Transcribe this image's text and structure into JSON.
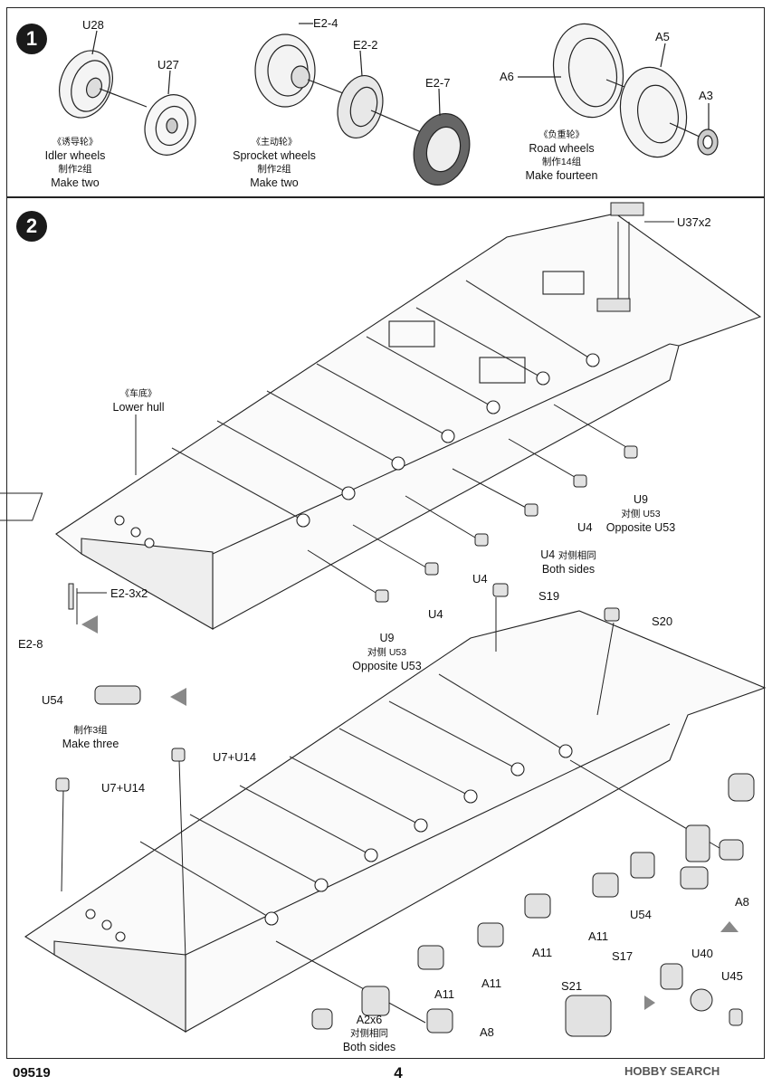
{
  "footer": {
    "code": "09519",
    "page": "4",
    "watermark": "HOBBY SEARCH"
  },
  "step1": {
    "number": "1",
    "idler": {
      "cn": "《诱导轮》",
      "name": "Idler wheels",
      "qty_cn": "制作2组",
      "qty": "Make two",
      "parts": [
        "U28",
        "U27"
      ]
    },
    "sprocket": {
      "cn": "《主动轮》",
      "name": "Sprocket wheels",
      "qty_cn": "制作2组",
      "qty": "Make two",
      "parts": [
        "E2-4",
        "E2-2",
        "E2-7"
      ]
    },
    "road": {
      "cn": "《负重轮》",
      "name": "Road  wheels",
      "qty_cn": "制作14组",
      "qty": "Make fourteen",
      "parts": [
        "A6",
        "A5",
        "A3"
      ]
    }
  },
  "step2": {
    "number": "2",
    "hull_cn": "《车底》",
    "hull": "Lower hull",
    "labels": {
      "u37": "U37x2",
      "u9a": "U9",
      "u9a_cn": "对侧 U53",
      "u9a_en": "Opposite U53",
      "u4a": "U4",
      "u4b": "U4",
      "u4b_cn": "对侧相同",
      "u4b_en": "Both sides",
      "u4c": "U4",
      "u4d": "U4",
      "u9b": "U9",
      "u9b_cn": "对侧 U53",
      "u9b_en": "Opposite U53",
      "s19": "S19",
      "s20": "S20",
      "e23": "E2-3x2",
      "e28": "E2-8",
      "u54a": "U54",
      "three_cn": "制作3组",
      "three": "Make three",
      "u7a": "U7+U14",
      "u7b": "U7+U14",
      "a8a": "A8",
      "a8b": "A8",
      "a11a": "A11",
      "a11b": "A11",
      "a11c": "A11",
      "a11d": "A11",
      "u54b": "U54",
      "u40": "U40",
      "u45": "U45",
      "s17": "S17",
      "s21": "S21",
      "a2": "A2x6",
      "a2_cn": "对侧相同",
      "a2_en": "Both sides"
    }
  }
}
